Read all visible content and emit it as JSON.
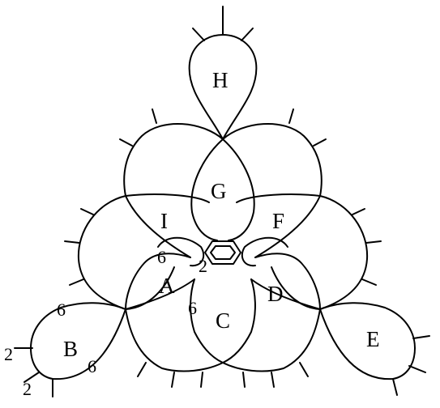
{
  "diagram": {
    "regions": [
      {
        "id": "H",
        "label": "H"
      },
      {
        "id": "G",
        "label": "G"
      },
      {
        "id": "I",
        "label": "I"
      },
      {
        "id": "F",
        "label": "F"
      },
      {
        "id": "A",
        "label": "A"
      },
      {
        "id": "D",
        "label": "D"
      },
      {
        "id": "C",
        "label": "C"
      },
      {
        "id": "B",
        "label": "B"
      },
      {
        "id": "E",
        "label": "E"
      }
    ],
    "numbers": [
      {
        "id": "n6a",
        "text": "6"
      },
      {
        "id": "n2a",
        "text": "2"
      },
      {
        "id": "n6b",
        "text": "6"
      },
      {
        "id": "n6c",
        "text": "6"
      },
      {
        "id": "n6d",
        "text": "6"
      },
      {
        "id": "n2b",
        "text": "2"
      },
      {
        "id": "n2c",
        "text": "2"
      }
    ]
  }
}
